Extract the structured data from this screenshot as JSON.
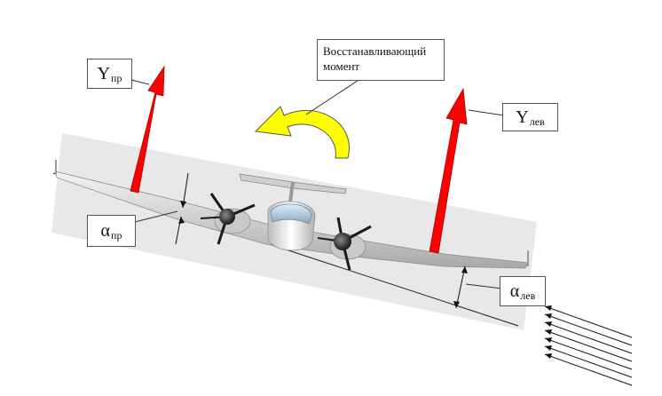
{
  "labels": {
    "lift_right": {
      "symbol": "Y",
      "sub": "пр"
    },
    "lift_left": {
      "symbol": "Y",
      "sub": "лев"
    },
    "aoa_right": {
      "symbol": "α",
      "sub": "пр"
    },
    "aoa_left": {
      "symbol": "α",
      "sub": "лев"
    },
    "moment": {
      "line1": "Восстанавливающий",
      "line2": "момент"
    }
  },
  "colors": {
    "lift_arrow": "#ff0000",
    "moment_arrow": "#ffff00",
    "panel": "#e8e8e8"
  }
}
